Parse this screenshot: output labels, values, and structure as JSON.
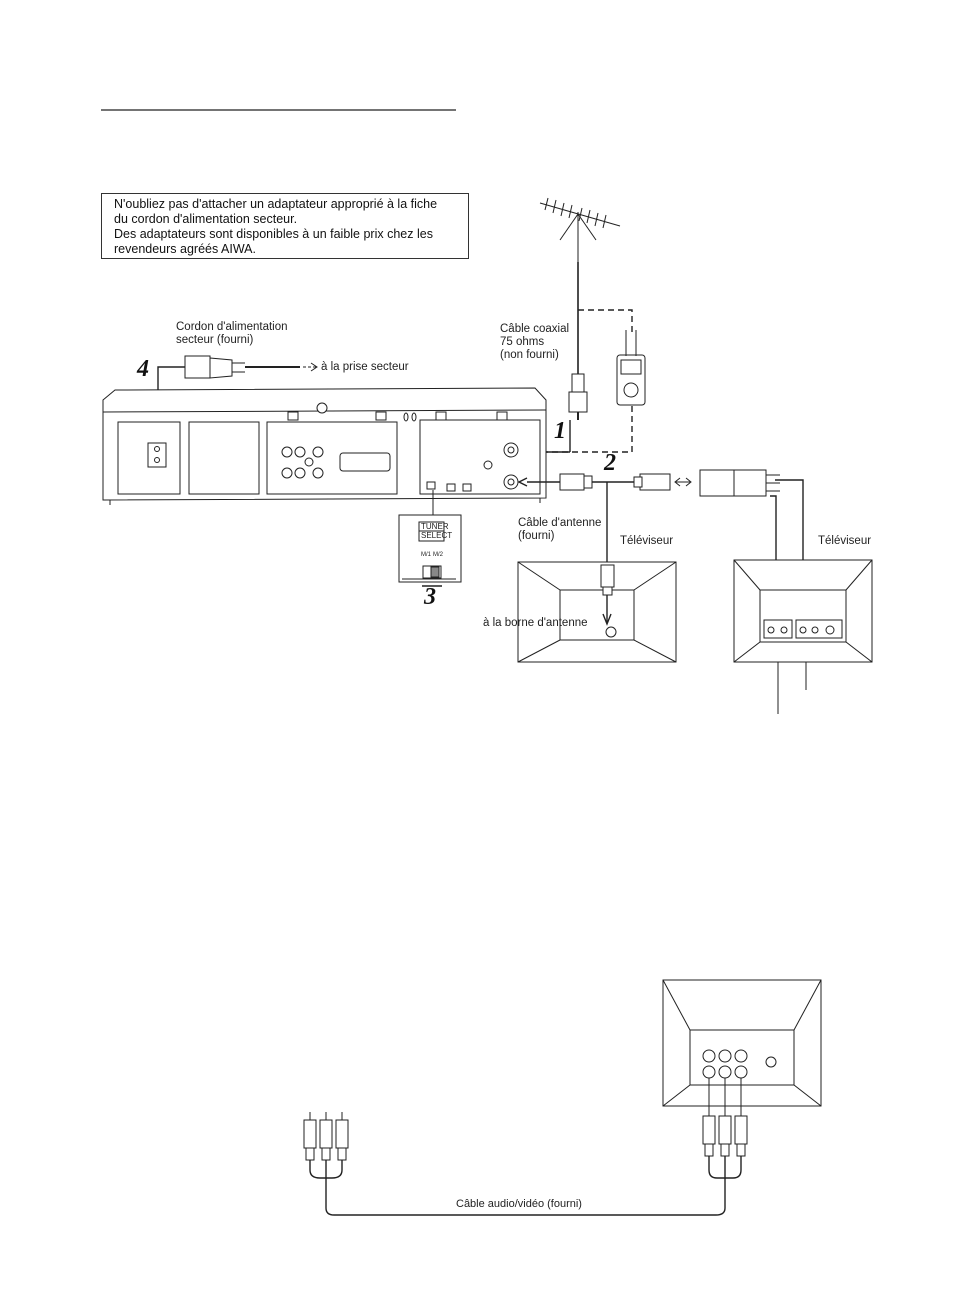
{
  "notice": {
    "lines": [
      "N'oubliez pas d'attacher un adaptateur approprié à la fiche",
      "du cordon d'alimentation secteur.",
      "Des adaptateurs sont disponibles à un faible prix chez les",
      "revendeurs agréés AIWA."
    ]
  },
  "labels": {
    "power_cord": [
      "Cordon d'alimentation",
      "secteur (fourni)"
    ],
    "to_outlet": "à la prise secteur",
    "coax_cable": [
      "Câble coaxial",
      "75 ohms",
      "(non fourni)"
    ],
    "antenna_cable": [
      "Câble d'antenne",
      "(fourni)"
    ],
    "tv_left": "Téléviseur",
    "tv_right": "Téléviseur",
    "to_antenna_terminal": "à la borne d'antenne",
    "av_cable": "Câble audio/vidéo (fourni)",
    "tuner_select": [
      "TUNER",
      "SELECT"
    ],
    "tuner_options": [
      "M/1",
      "M/2"
    ]
  },
  "steps": [
    "1",
    "2",
    "3",
    "4"
  ]
}
